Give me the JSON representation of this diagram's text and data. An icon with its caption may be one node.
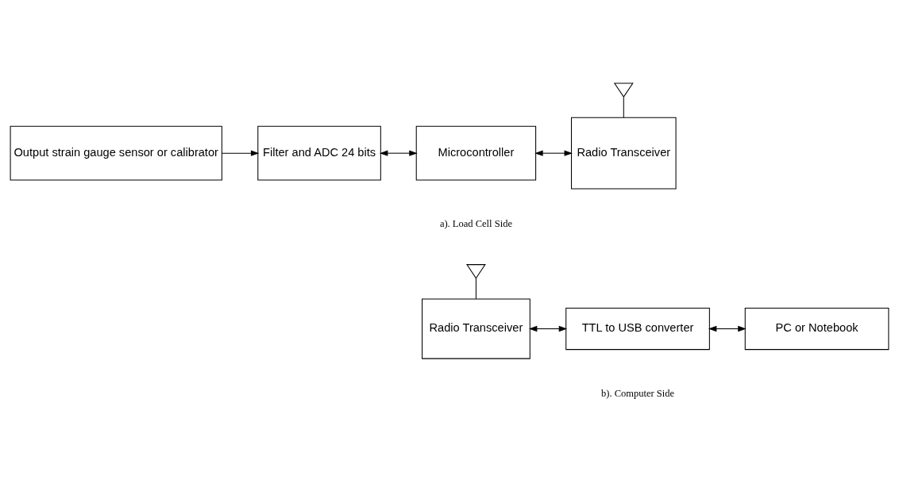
{
  "diagram": {
    "nodes": [
      {
        "text": [
          "Output strain gauge sensor or calibrator"
        ]
      },
      {
        "text": [
          "Filter and ADC 24 bits"
        ]
      },
      {
        "text": [
          "Microcontroller"
        ]
      },
      {
        "text": [
          "Radio Transceiver"
        ]
      },
      {
        "text": [],
        "shape": "antenna"
      },
      {
        "text": [],
        "shape": "antenna"
      },
      {
        "text": [
          "Radio Transceiver"
        ]
      },
      {
        "text": [
          "TTL to USB converter"
        ]
      },
      {
        "text": [
          "PC or Notebook"
        ]
      }
    ],
    "edges": [
      {
        "from": 0,
        "to": 1,
        "arrow": "to"
      },
      {
        "from": 1,
        "to": 2,
        "arrow": "both"
      },
      {
        "from": 2,
        "to": 3,
        "arrow": "both"
      },
      {
        "from": 3,
        "to": 4,
        "arrow": "none"
      },
      {
        "from": 6,
        "to": 5,
        "arrow": "none"
      },
      {
        "from": 6,
        "to": 7,
        "arrow": "both"
      },
      {
        "from": 7,
        "to": 8,
        "arrow": "both"
      }
    ],
    "labels": [
      "a). Load Cell Side",
      "b). Computer Side"
    ]
  }
}
